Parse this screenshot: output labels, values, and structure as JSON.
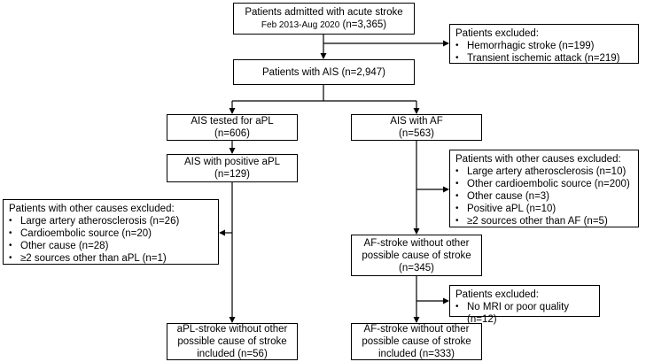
{
  "admitted": {
    "line1": "Patients admitted with acute stroke",
    "line2_date": "Feb 2013-Aug 2020",
    "line2_n": "(n=3,365)"
  },
  "excluded_first": {
    "heading": "Patients excluded:",
    "items": [
      "Hemorrhagic stroke (n=199)",
      "Transient ischemic attack (n=219)"
    ]
  },
  "ais": {
    "label": "Patients with AIS (n=2,947)"
  },
  "ais_tested": {
    "line1": "AIS tested for aPL",
    "line2": "(n=606)"
  },
  "ais_af": {
    "line1": "AIS with AF",
    "line2": "(n=563)"
  },
  "ais_positive": {
    "line1": "AIS with positive aPL",
    "line2": "(n=129)"
  },
  "excluded_apl": {
    "heading": "Patients with other causes excluded:",
    "items": [
      "Large artery atherosclerosis (n=26)",
      "Cardioembolic source (n=20)",
      "Other cause (n=28)",
      "≥2 sources other than aPL (n=1)"
    ]
  },
  "excluded_af": {
    "heading": "Patients with other causes excluded:",
    "items": [
      "Large artery atherosclerosis (n=10)",
      "Other cardioembolic source (n=200)",
      "Other cause (n=3)",
      "Positive aPL (n=10)",
      "≥2 sources other than AF (n=5)"
    ]
  },
  "af_stroke": {
    "line1": "AF-stroke without other",
    "line2": "possible cause of stroke",
    "line3": "(n=345)"
  },
  "excluded_mri": {
    "heading": "Patients excluded:",
    "items": [
      "No MRI or poor quality (n=12)"
    ]
  },
  "apl_final": {
    "line1": "aPL-stroke without other",
    "line2": "possible cause of stroke",
    "line3": "included (n=56)"
  },
  "af_final": {
    "line1": "AF-stroke without other",
    "line2": "possible cause of stroke",
    "line3": "included (n=333)"
  }
}
